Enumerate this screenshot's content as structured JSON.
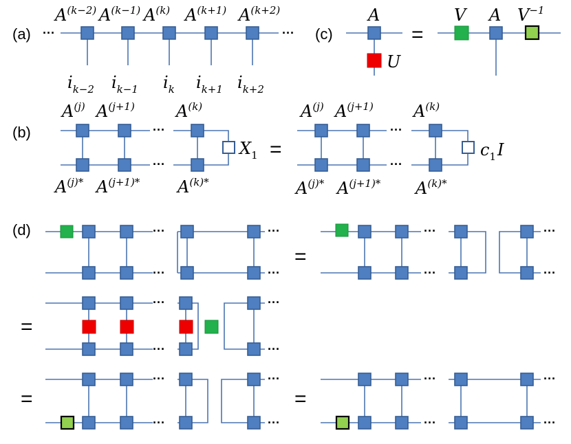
{
  "panel_labels": {
    "a": "(a)",
    "b": "(b)",
    "c": "(c)",
    "d": "(d)"
  },
  "symbols": {
    "dots": "···",
    "equals": "=",
    "A": "A",
    "U": "U",
    "V": "V",
    "X": "X",
    "c": "c",
    "I": "I",
    "i": "i"
  },
  "superscripts": {
    "k_minus_2": "(k−2)",
    "k_minus_1": "(k−1)",
    "k": "(k)",
    "k_plus_1": "(k+1)",
    "k_plus_2": "(k+2)",
    "j": "(j)",
    "j_plus_1": "(j+1)",
    "j_star": "(j)*",
    "j_plus_1_star": "(j+1)*",
    "k_star": "(k)*",
    "minus_1": "−1"
  },
  "subscripts": {
    "k_minus_2": "k−2",
    "k_minus_1": "k−1",
    "k": "k",
    "k_plus_1": "k+1",
    "k_plus_2": "k+2",
    "one": "1"
  },
  "colors": {
    "tensor": "#4f7fc0",
    "wire": "#4a74b0",
    "unitary_U": "#ee0000",
    "gate_V": "#22b14c",
    "gate_V_inverse": "#92d050"
  }
}
